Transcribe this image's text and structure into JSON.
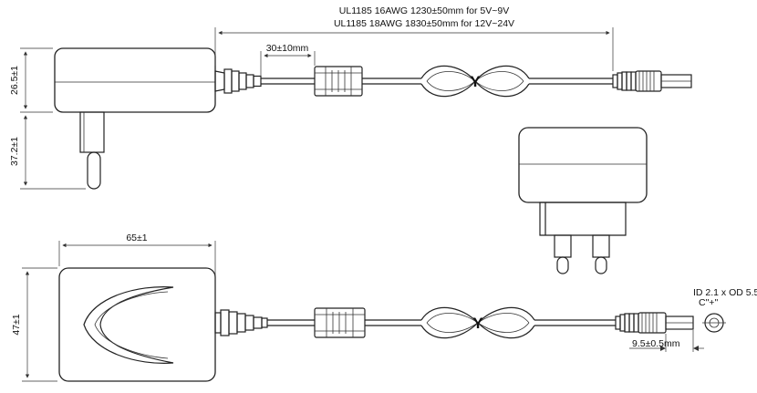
{
  "spec": {
    "cable_line_1": "UL1185 16AWG 1230±50mm for 5V~9V",
    "cable_line_2": "UL1185 18AWG 1830±50mm for 12V~24V"
  },
  "dimensions": {
    "ferrite_offset": "30±10mm",
    "height": "26.5±1",
    "plug_length": "37.2±1",
    "width": "65±1",
    "depth": "47±1",
    "barrel_length": "9.5±0.5mm"
  },
  "connector": {
    "id_od": "ID 2.1 x OD 5.5",
    "polarity": "C\"+\""
  },
  "tie_mark_top": "Y",
  "tie_mark_bottom": "Y"
}
